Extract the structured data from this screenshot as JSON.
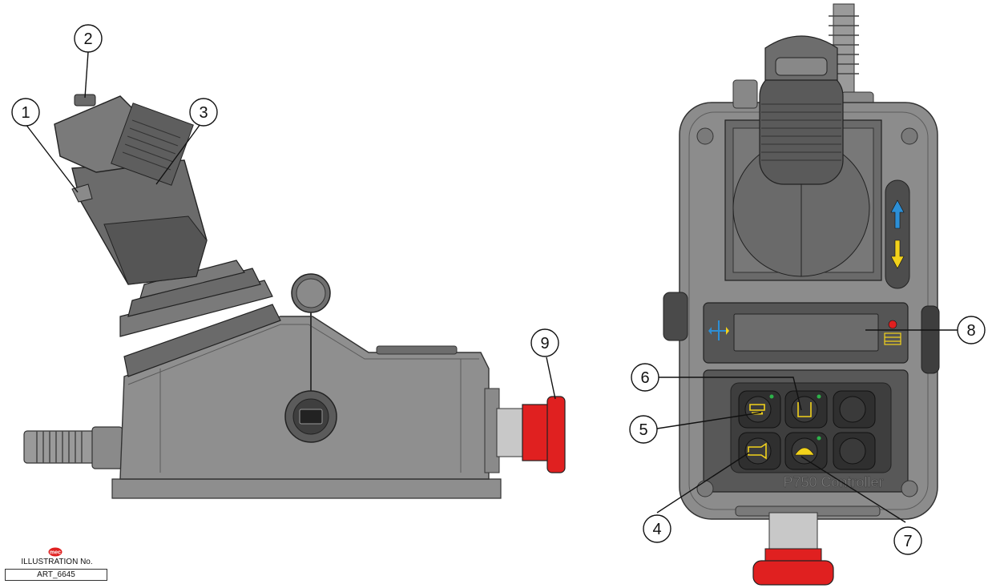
{
  "controller": {
    "model_text": "P750 Controller"
  },
  "callouts": [
    {
      "label": "1"
    },
    {
      "label": "2"
    },
    {
      "label": "3"
    },
    {
      "label": "4"
    },
    {
      "label": "5"
    },
    {
      "label": "6"
    },
    {
      "label": "7"
    },
    {
      "label": "8"
    },
    {
      "label": "9"
    }
  ],
  "illustration": {
    "logo_text": "mec",
    "label": "ILLUSTRATION No.",
    "id": "ART_6645"
  },
  "colors": {
    "emergency_stop": "#e02020",
    "body_gray": "#8c8c8c",
    "dark_gray": "#5a5a5a",
    "panel_dark": "#555555",
    "icon_yellow": "#f2d21b",
    "icon_blue": "#2c8fd6",
    "indicator_green": "#2db34a"
  }
}
